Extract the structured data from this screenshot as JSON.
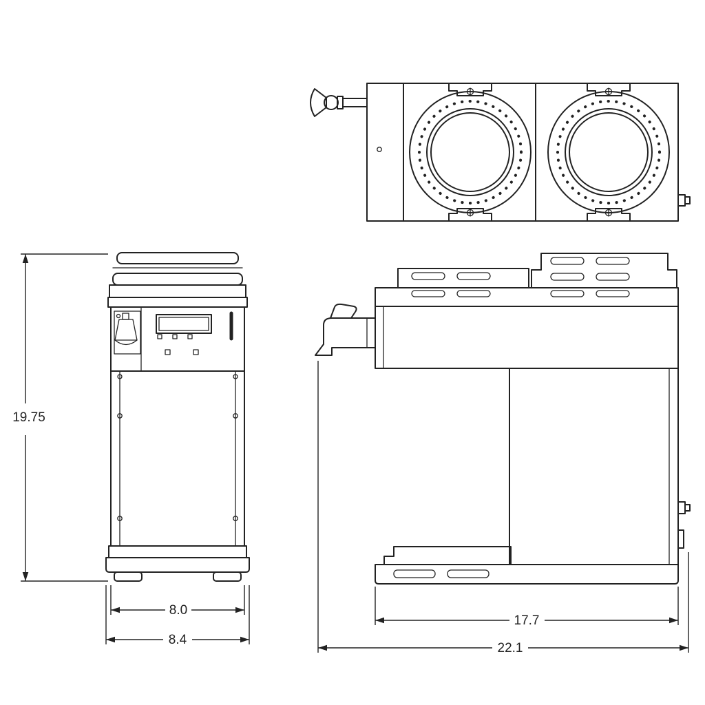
{
  "drawing": {
    "background": "#ffffff",
    "line_color": "#222222",
    "dims": {
      "height": "19.75",
      "body_width": "8.0",
      "overall_width": "8.4",
      "body_depth": "17.7",
      "overall_depth": "22.1"
    }
  }
}
